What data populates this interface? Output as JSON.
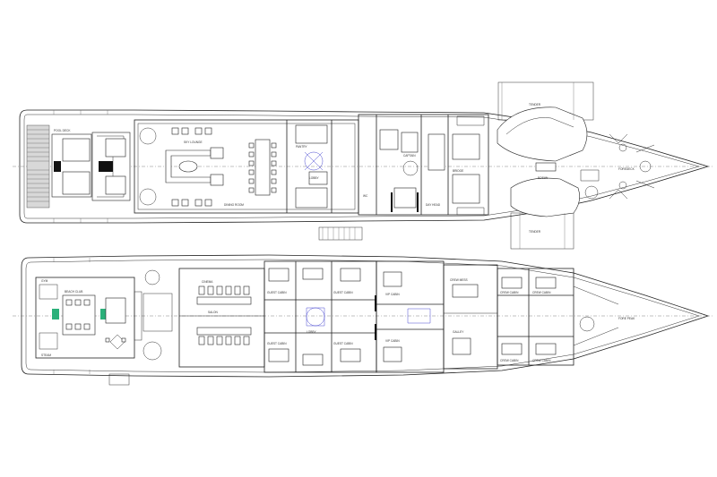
{
  "diagram": {
    "upper_deck": {
      "labels": [
        "POOL DECK",
        "SKY LOUNGE",
        "DINING ROOM",
        "BRIDGE",
        "CAPTAIN",
        "PANTRY",
        "WC",
        "LOBBY",
        "TENDER",
        "TENDER",
        "FOREDECK",
        "BOSUN",
        "DAY HEAD"
      ]
    },
    "lower_deck": {
      "labels": [
        "BEACH CLUB",
        "GYM",
        "STEAM",
        "CINEMA",
        "SALON",
        "LOBBY",
        "GUEST CABIN",
        "GUEST CABIN",
        "GUEST CABIN",
        "GUEST CABIN",
        "VIP CABIN",
        "VIP CABIN",
        "CREW MESS",
        "GALLEY",
        "CREW CABIN",
        "CREW CABIN",
        "CREW CABIN",
        "CREW CABIN",
        "FORE PEAK"
      ]
    }
  }
}
